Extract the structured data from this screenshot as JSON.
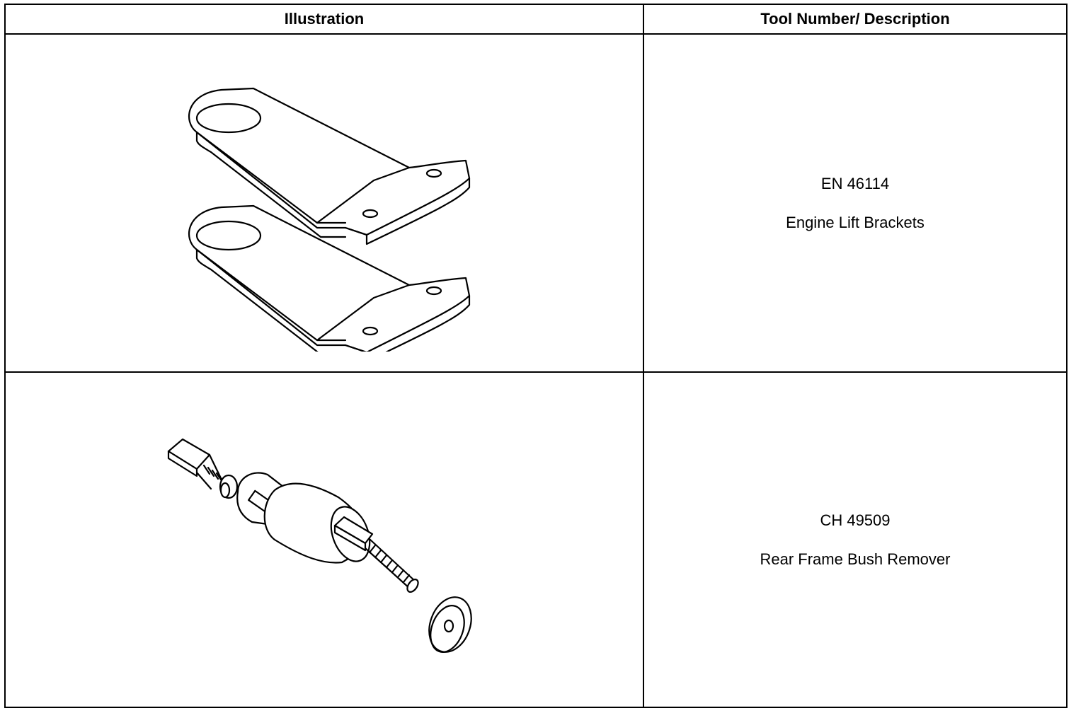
{
  "table": {
    "headers": {
      "illustration": "Illustration",
      "tool": "Tool Number/ Description"
    },
    "rows": [
      {
        "illustration_icon": "engine-lift-brackets-drawing",
        "tool_number": "EN 46114",
        "description": "Engine Lift Brackets"
      },
      {
        "illustration_icon": "bush-remover-drawing",
        "tool_number": "CH 49509",
        "description": "Rear Frame Bush Remover"
      }
    ]
  }
}
